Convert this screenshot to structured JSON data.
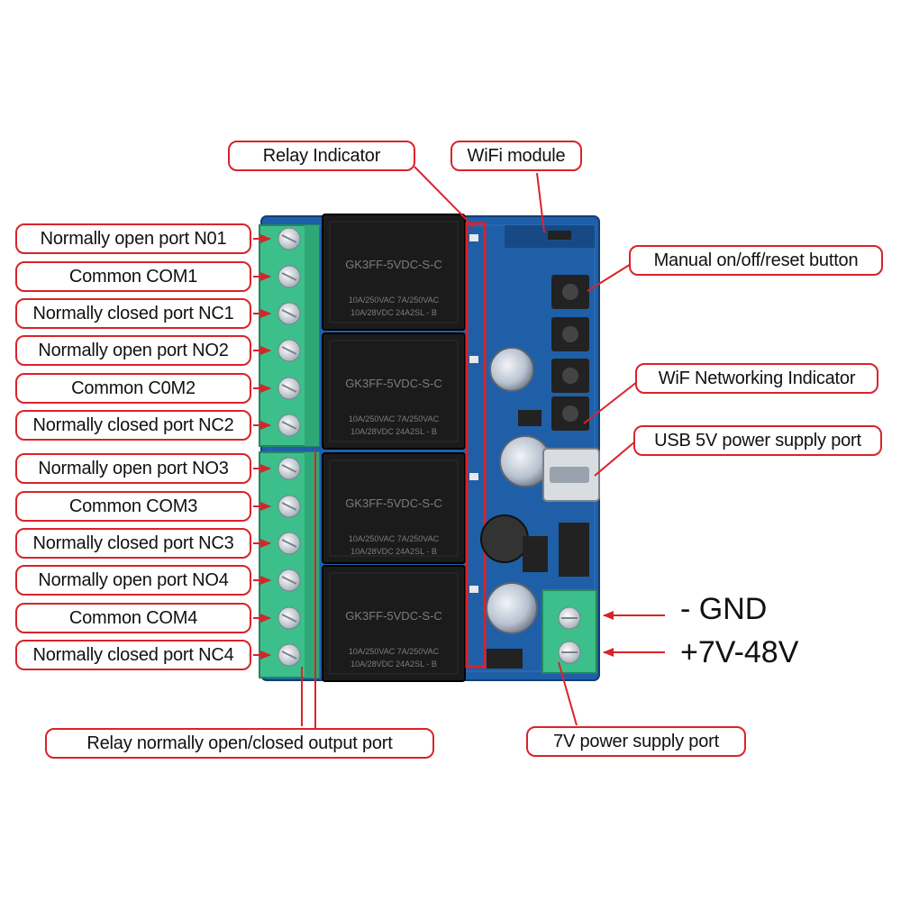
{
  "labels": {
    "relay_indicator": "Relay Indicator",
    "wifi_module": "WiFi module",
    "manual_button": "Manual on/off/reset button",
    "wifi_networking_indicator": "WiF Networking Indicator",
    "usb_port": "USB 5V power supply port",
    "relay_output_port": "Relay normally open/closed output port",
    "power_supply_port": "7V power supply port",
    "gnd": "- GND",
    "vin": "+7V-48V"
  },
  "terminals": [
    {
      "label": "Normally open port N01"
    },
    {
      "label": "Common COM1"
    },
    {
      "label": "Normally closed port NC1"
    },
    {
      "label": "Normally open port NO2"
    },
    {
      "label": "Common C0M2"
    },
    {
      "label": "Normally closed port NC2"
    },
    {
      "label": "Normally open port NO3"
    },
    {
      "label": "Common COM3"
    },
    {
      "label": "Normally closed port NC3"
    },
    {
      "label": "Normally open port NO4"
    },
    {
      "label": "Common COM4"
    },
    {
      "label": "Normally closed port NC4"
    }
  ],
  "relays": [
    {
      "model": "GK3FF-5VDC-S-C",
      "rating1": "10A/250VAC  7A/250VAC",
      "rating2": "10A/28VDC   24A2SL - B"
    },
    {
      "model": "GK3FF-5VDC-S-C",
      "rating1": "10A/250VAC  7A/250VAC",
      "rating2": "10A/28VDC   24A2SL - B"
    },
    {
      "model": "GK3FF-5VDC-S-C",
      "rating1": "10A/250VAC  7A/250VAC",
      "rating2": "10A/28VDC   24A2SL - B"
    },
    {
      "model": "GK3FF-5VDC-S-C",
      "rating1": "10A/250VAC  7A/250VAC",
      "rating2": "10A/28VDC   24A2SL - B"
    }
  ],
  "colors": {
    "annotation": "#d9232a",
    "pcb": "#1f5fa8",
    "terminal": "#3cbf8a",
    "relay": "#1b1b1b"
  }
}
